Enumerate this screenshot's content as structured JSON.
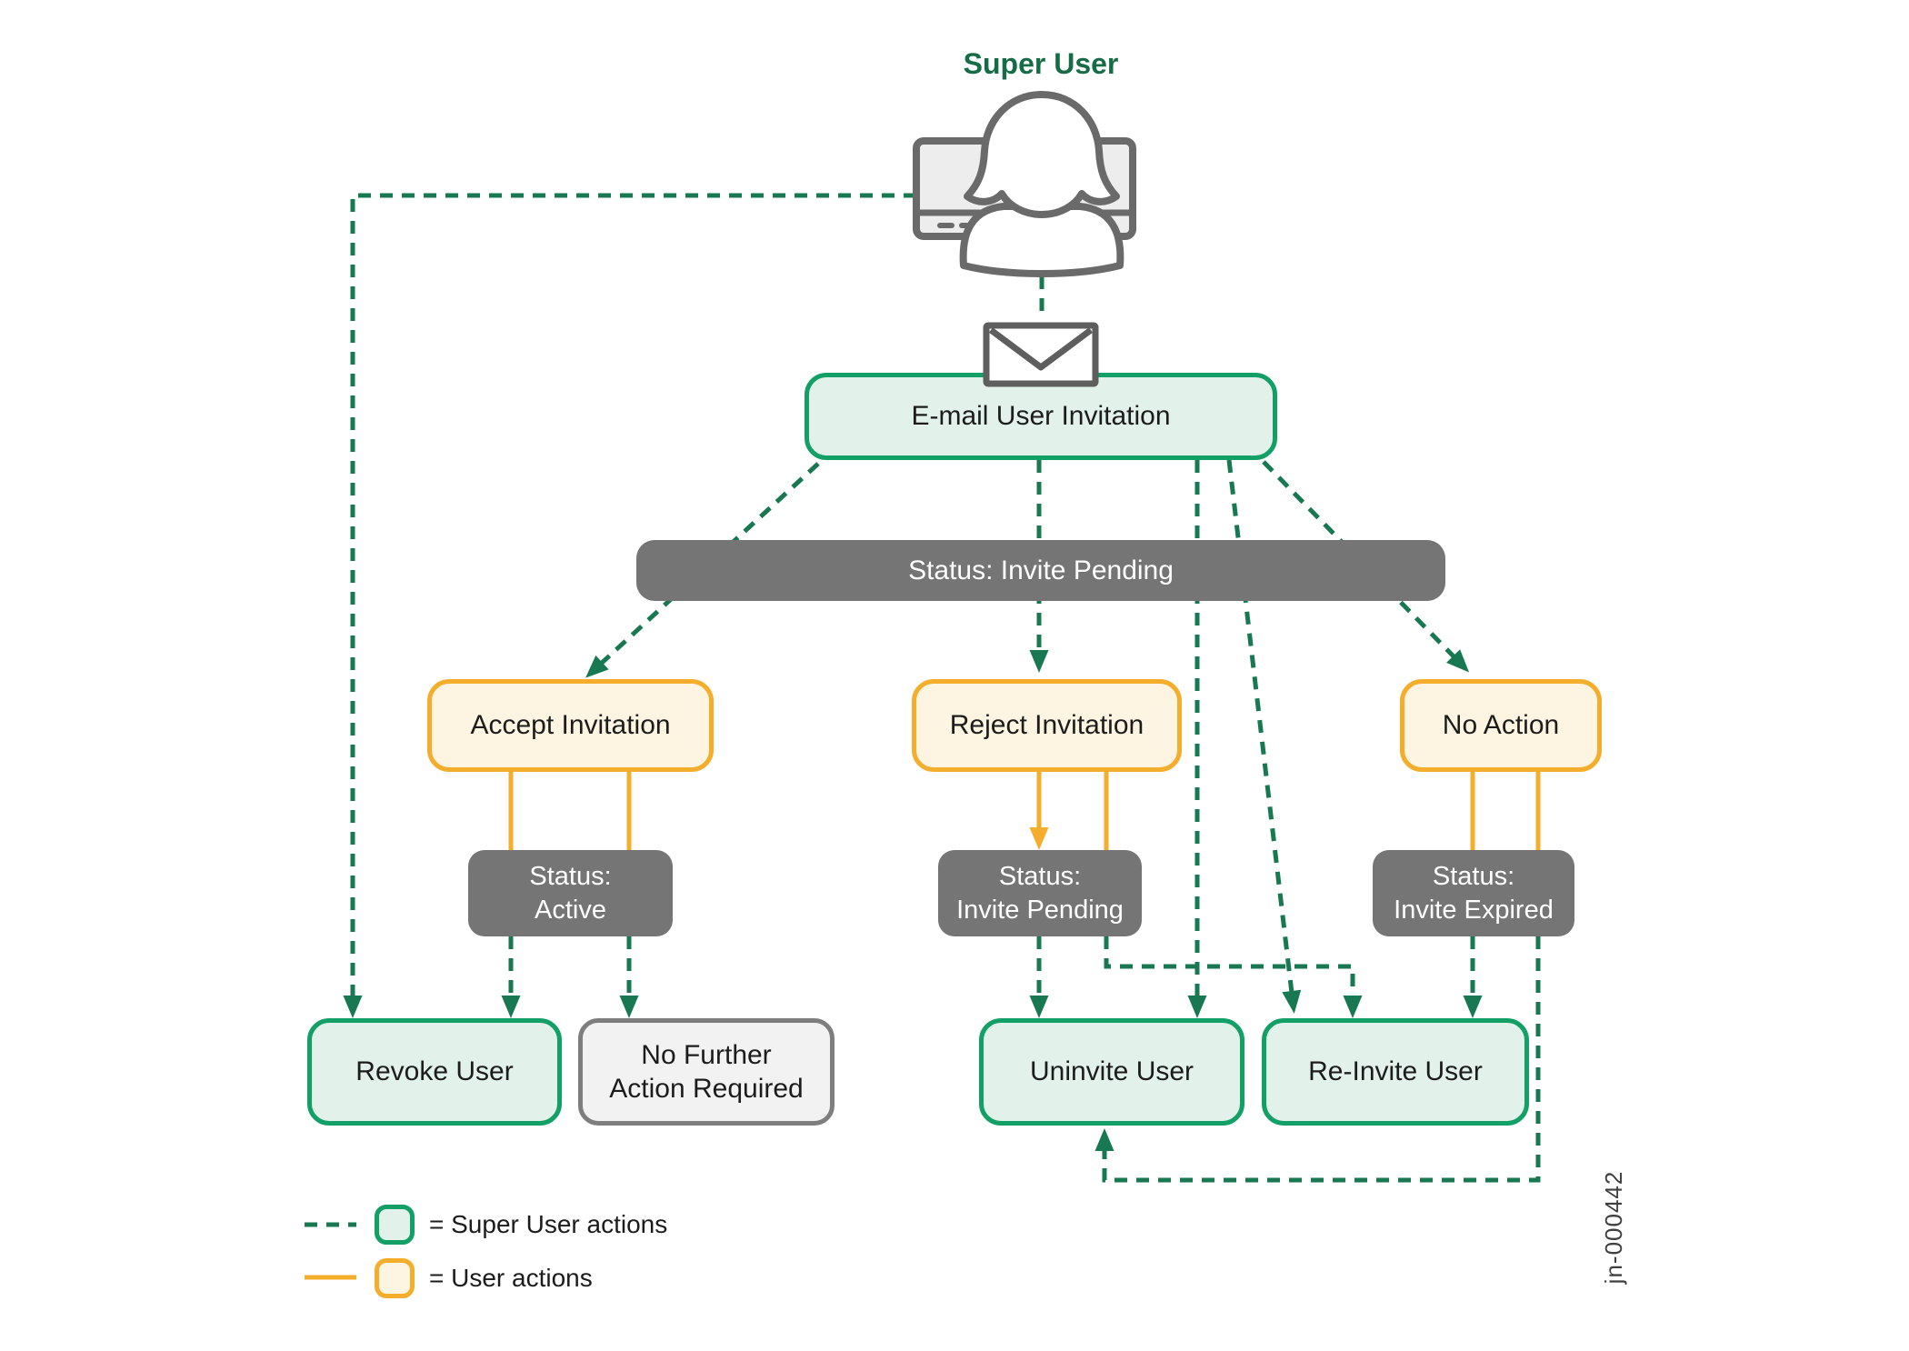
{
  "title": "Super User",
  "doc_number": "jn-000442",
  "colors": {
    "super_user_action_line": "#177852",
    "super_user_box_border": "#12A066",
    "super_user_box_fill": "#E3F1EB",
    "user_action_line": "#F5AD2C",
    "user_box_fill": "#FDF5E1",
    "status_fill": "#757575",
    "status_text": "#FFFFFF",
    "neutral_box_border": "#7E7E7E",
    "neutral_box_fill": "#F2F2F2"
  },
  "icons": {
    "super_user_person_icon": "person at computer monitor",
    "envelope_icon": "e-mail envelope"
  },
  "nodes": {
    "email_invite": {
      "label": "E-mail User Invitation"
    },
    "status_invite_pending_bar": {
      "label": "Status: Invite Pending"
    },
    "accept": {
      "label": "Accept Invitation"
    },
    "reject": {
      "label": "Reject Invitation"
    },
    "no_action": {
      "label": "No Action"
    },
    "status_active": {
      "line1": "Status:",
      "line2": "Active"
    },
    "status_invite_pending": {
      "line1": "Status:",
      "line2": "Invite Pending"
    },
    "status_invite_expired": {
      "line1": "Status:",
      "line2": "Invite Expired"
    },
    "revoke": {
      "label": "Revoke User"
    },
    "no_further": {
      "line1": "No Further",
      "line2": "Action Required"
    },
    "uninvite": {
      "label": "Uninvite User"
    },
    "reinvite": {
      "label": "Re-Invite User"
    }
  },
  "edges": [
    {
      "from": "super-user",
      "to": "email-invite",
      "style": "dashed-green"
    },
    {
      "from": "super-user",
      "to": "revoke-user",
      "style": "dashed-green"
    },
    {
      "from": "email-invite",
      "to": "status-invite-pending-bar",
      "style": "dashed-green"
    },
    {
      "from": "status-invite-pending-bar",
      "to": "accept-invitation",
      "style": "dashed-green-arrow"
    },
    {
      "from": "status-invite-pending-bar",
      "to": "reject-invitation",
      "style": "dashed-green-arrow"
    },
    {
      "from": "status-invite-pending-bar",
      "to": "no-action",
      "style": "dashed-green-arrow"
    },
    {
      "from": "email-invite",
      "to": "uninvite-user",
      "style": "dashed-green-arrow"
    },
    {
      "from": "email-invite",
      "to": "reinvite-user",
      "style": "dashed-green-arrow"
    },
    {
      "from": "accept-invitation",
      "to": "status-active",
      "style": "solid-yellow"
    },
    {
      "from": "reject-invitation",
      "to": "status-invite-pending",
      "style": "solid-yellow-arrow"
    },
    {
      "from": "no-action",
      "to": "status-invite-expired",
      "style": "solid-yellow"
    },
    {
      "from": "status-active",
      "to": "revoke-user",
      "style": "dashed-green-arrow"
    },
    {
      "from": "status-active",
      "to": "no-further-action-required",
      "style": "dashed-green-arrow"
    },
    {
      "from": "status-invite-pending",
      "to": "uninvite-user",
      "style": "dashed-green-arrow"
    },
    {
      "from": "status-invite-pending",
      "to": "reinvite-user",
      "style": "dashed-green-arrow"
    },
    {
      "from": "status-invite-expired",
      "to": "reinvite-user",
      "style": "dashed-green-arrow"
    },
    {
      "from": "status-invite-expired",
      "to": "uninvite-user",
      "style": "dashed-green-arrow"
    }
  ],
  "legend": {
    "super_user": {
      "label": "= Super User actions"
    },
    "user": {
      "label": "= User actions"
    }
  }
}
